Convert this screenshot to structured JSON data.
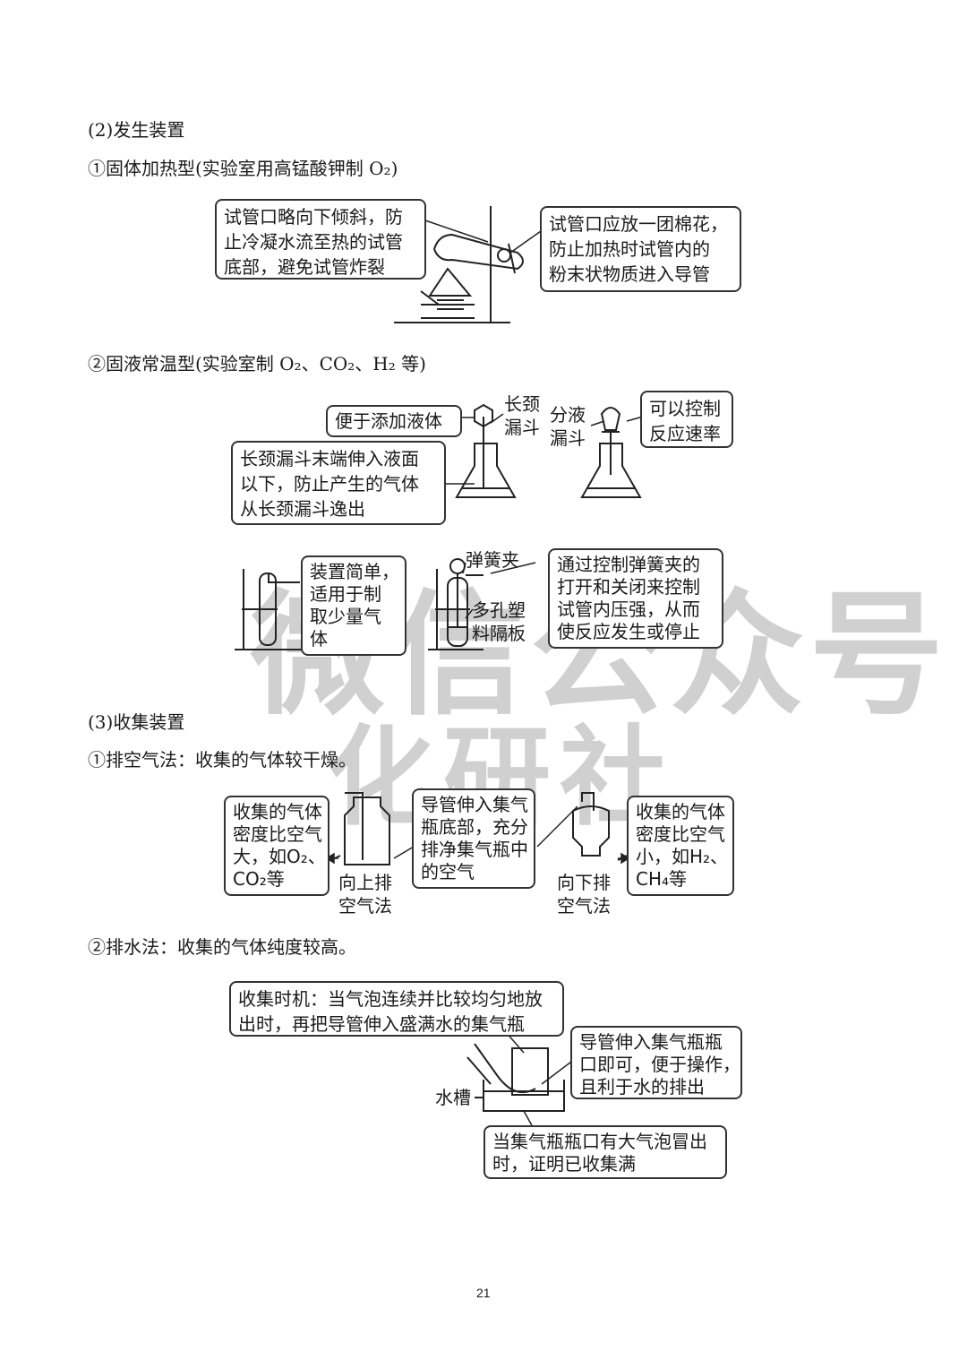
{
  "sections": {
    "gen_heading": "(2)发生装置",
    "gen1_heading": "①固体加热型(实验室用高锰酸钾制 O₂)",
    "gen2_heading": "②固液常温型(实验室制 O₂、CO₂、H₂ 等)",
    "col_heading": "(3)收集装置",
    "col1_heading": "①排空气法：收集的气体较干燥。",
    "col2_heading": "②排水法：收集的气体纯度较高。"
  },
  "fig1": {
    "left_box": [
      "试管口略向下倾斜，防",
      "止冷凝水流至热的试管",
      "底部，避免试管炸裂"
    ],
    "right_box": [
      "试管口应放一团棉花，",
      "防止加热时试管内的",
      "粉末状物质进入导管"
    ]
  },
  "fig2": {
    "box_add_liquid": "便于添加液体",
    "label_long_funnel": [
      "长颈",
      "漏斗"
    ],
    "label_sep_funnel": [
      "分液",
      "漏斗"
    ],
    "box_control_rate": [
      "可以控制",
      "反应速率"
    ],
    "box_long_funnel_end": [
      "长颈漏斗末端伸入液面",
      "以下，防止产生的气体",
      "从长颈漏斗逸出"
    ]
  },
  "fig3": {
    "box_simple": [
      "装置简单，",
      "适用于制",
      "取少量气",
      "体"
    ],
    "label_spring_clip": "弹簧夹",
    "label_porous_plate": [
      "多孔塑",
      "料隔板"
    ],
    "box_control_clip": [
      "通过控制弹簧夹的",
      "打开和关闭来控制",
      "试管内压强，从而",
      "使反应发生或停止"
    ]
  },
  "fig4": {
    "box_heavier": [
      "收集的气体",
      "密度比空气",
      "大，如O₂、",
      "CO₂等"
    ],
    "label_upward": [
      "向上排",
      "空气法"
    ],
    "box_tube_bottom": [
      "导管伸入集气",
      "瓶底部，充分",
      "排净集气瓶中",
      "的空气"
    ],
    "label_downward": [
      "向下排",
      "空气法"
    ],
    "box_lighter": [
      "收集的气体",
      "密度比空气",
      "小，如H₂、",
      "CH₄等"
    ]
  },
  "fig5": {
    "box_timing": [
      "收集时机：当气泡连续并比较均匀地放",
      "出时，再把导管伸入盛满水的集气瓶"
    ],
    "box_mouth": [
      "导管伸入集气瓶瓶",
      "口即可，便于操作，",
      "且利于水的排出"
    ],
    "label_trough": "水槽",
    "box_full": [
      "当集气瓶瓶口有大气泡冒出",
      "时，证明已收集满"
    ]
  },
  "watermark": {
    "line1": "微信公众号",
    "line2": "化研社"
  },
  "page_number": "21"
}
